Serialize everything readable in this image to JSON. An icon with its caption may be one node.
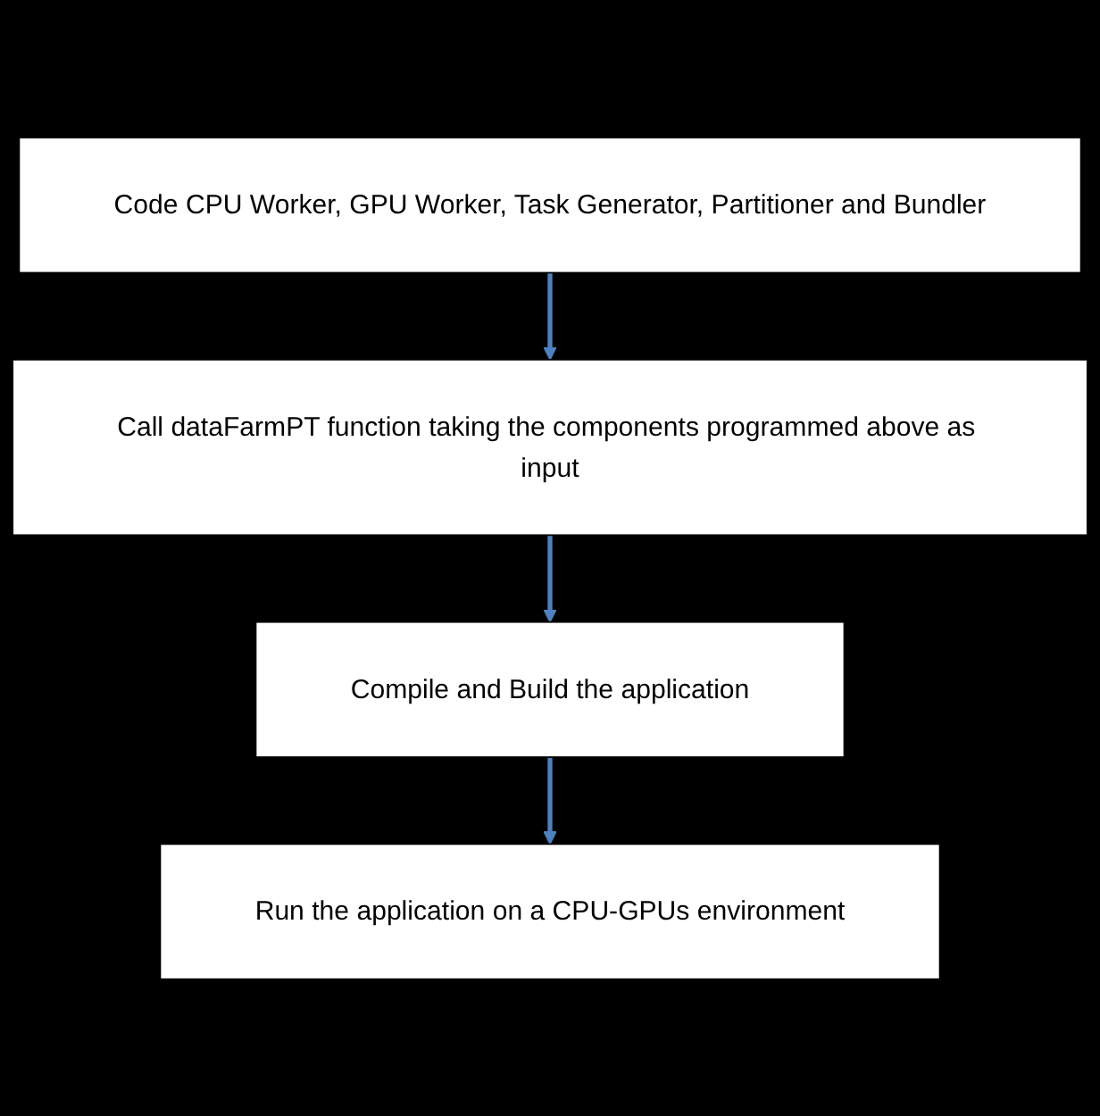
{
  "diagram": {
    "nodes": [
      {
        "text": [
          "Code CPU Worker, GPU Worker, Task Generator, Partitioner and Bundler"
        ]
      },
      {
        "text": [
          "Call dataFarmPT function taking the components programmed above as input"
        ]
      },
      {
        "text": [
          "Compile and Build the application"
        ]
      },
      {
        "text": [
          "Run the application on a CPU-GPUs environment"
        ]
      }
    ],
    "edges": [
      {
        "from": 0,
        "to": 1,
        "arrow": "to"
      },
      {
        "from": 1,
        "to": 2,
        "arrow": "to"
      },
      {
        "from": 2,
        "to": 3,
        "arrow": "to"
      }
    ]
  }
}
